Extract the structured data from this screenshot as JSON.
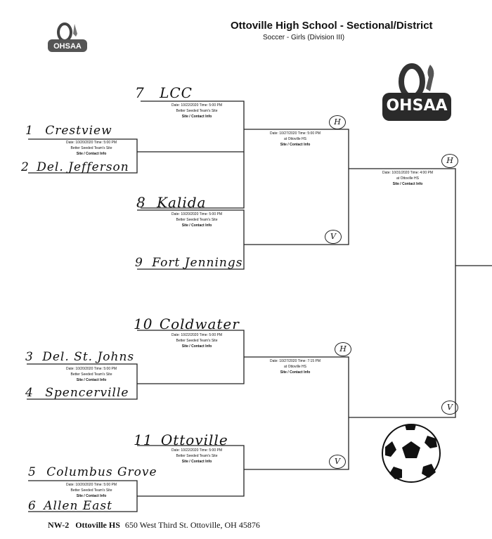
{
  "header": {
    "title": "Ottoville High School - Sectional/District",
    "subtitle": "Soccer - Girls (Division III)"
  },
  "logo": {
    "text": "OHSAA",
    "big_text": "OHSAA"
  },
  "round1": [
    {
      "seed_top": "1",
      "team_top": "Crestview",
      "seed_bottom": "2",
      "team_bottom": "Del. Jefferson",
      "date_line": "Date: 10/20/2020   Time: 5:00 PM",
      "site_line": "Better Seeded Team's Site",
      "contact": "Site / Contact Info"
    },
    {
      "seed_top": "3",
      "team_top": "Del. St. Johns",
      "seed_bottom": "4",
      "team_bottom": "Spencerville",
      "date_line": "Date: 10/20/2020   Time: 5:00 PM",
      "site_line": "Better Seeded Team's Site",
      "contact": "Site / Contact Info"
    },
    {
      "seed_top": "5",
      "team_top": "Columbus Grove",
      "seed_bottom": "6",
      "team_bottom": "Allen East",
      "date_line": "Date: 10/20/2020   Time: 5:00 PM",
      "site_line": "Better Seeded Team's Site",
      "contact": "Site / Contact Info"
    }
  ],
  "round2": [
    {
      "seed_top": "7",
      "team_top": "LCC",
      "date_line": "Date: 10/22/2020   Time: 5:00 PM",
      "site_line": "Better Seeded Team's Site",
      "contact": "Site / Contact Info"
    },
    {
      "seed_top": "8",
      "team_top": "Kalida",
      "seed_bottom": "9",
      "team_bottom": "Fort Jennings",
      "date_line": "Date: 10/20/2020   Time: 5:00 PM",
      "site_line": "Better Seeded Team's Site",
      "contact": "Site / Contact Info"
    },
    {
      "seed_top": "10",
      "team_top": "Coldwater",
      "date_line": "Date: 10/22/2020   Time: 5:00 PM",
      "site_line": "Better Seeded Team's Site",
      "contact": "Site / Contact Info"
    },
    {
      "seed_top": "11",
      "team_top": "Ottoville",
      "date_line": "Date: 10/22/2020   Time: 5:00 PM",
      "site_line": "Better Seeded Team's Site",
      "contact": "Site / Contact Info"
    }
  ],
  "round3": [
    {
      "date_line": "Date: 10/27/2020   Time: 5:00 PM",
      "site_line": "at Ottoville HS",
      "contact": "Site / Contact Info",
      "mark_top": "H",
      "mark_bottom": "V"
    },
    {
      "date_line": "Date: 10/27/2020   Time: 7:15 PM",
      "site_line": "at Ottoville HS",
      "contact": "Site / Contact Info",
      "mark_top": "H",
      "mark_bottom": "V"
    }
  ],
  "final": {
    "date_line": "Date: 10/31/2020   Time: 4:00 PM",
    "site_line": "at Ottoville HS",
    "contact": "Site / Contact Info",
    "mark_top": "H",
    "mark_bottom": "V"
  },
  "footer": {
    "code": "NW-2",
    "school": "Ottoville HS",
    "address": "650 West Third St. Ottoville, OH 45876"
  }
}
